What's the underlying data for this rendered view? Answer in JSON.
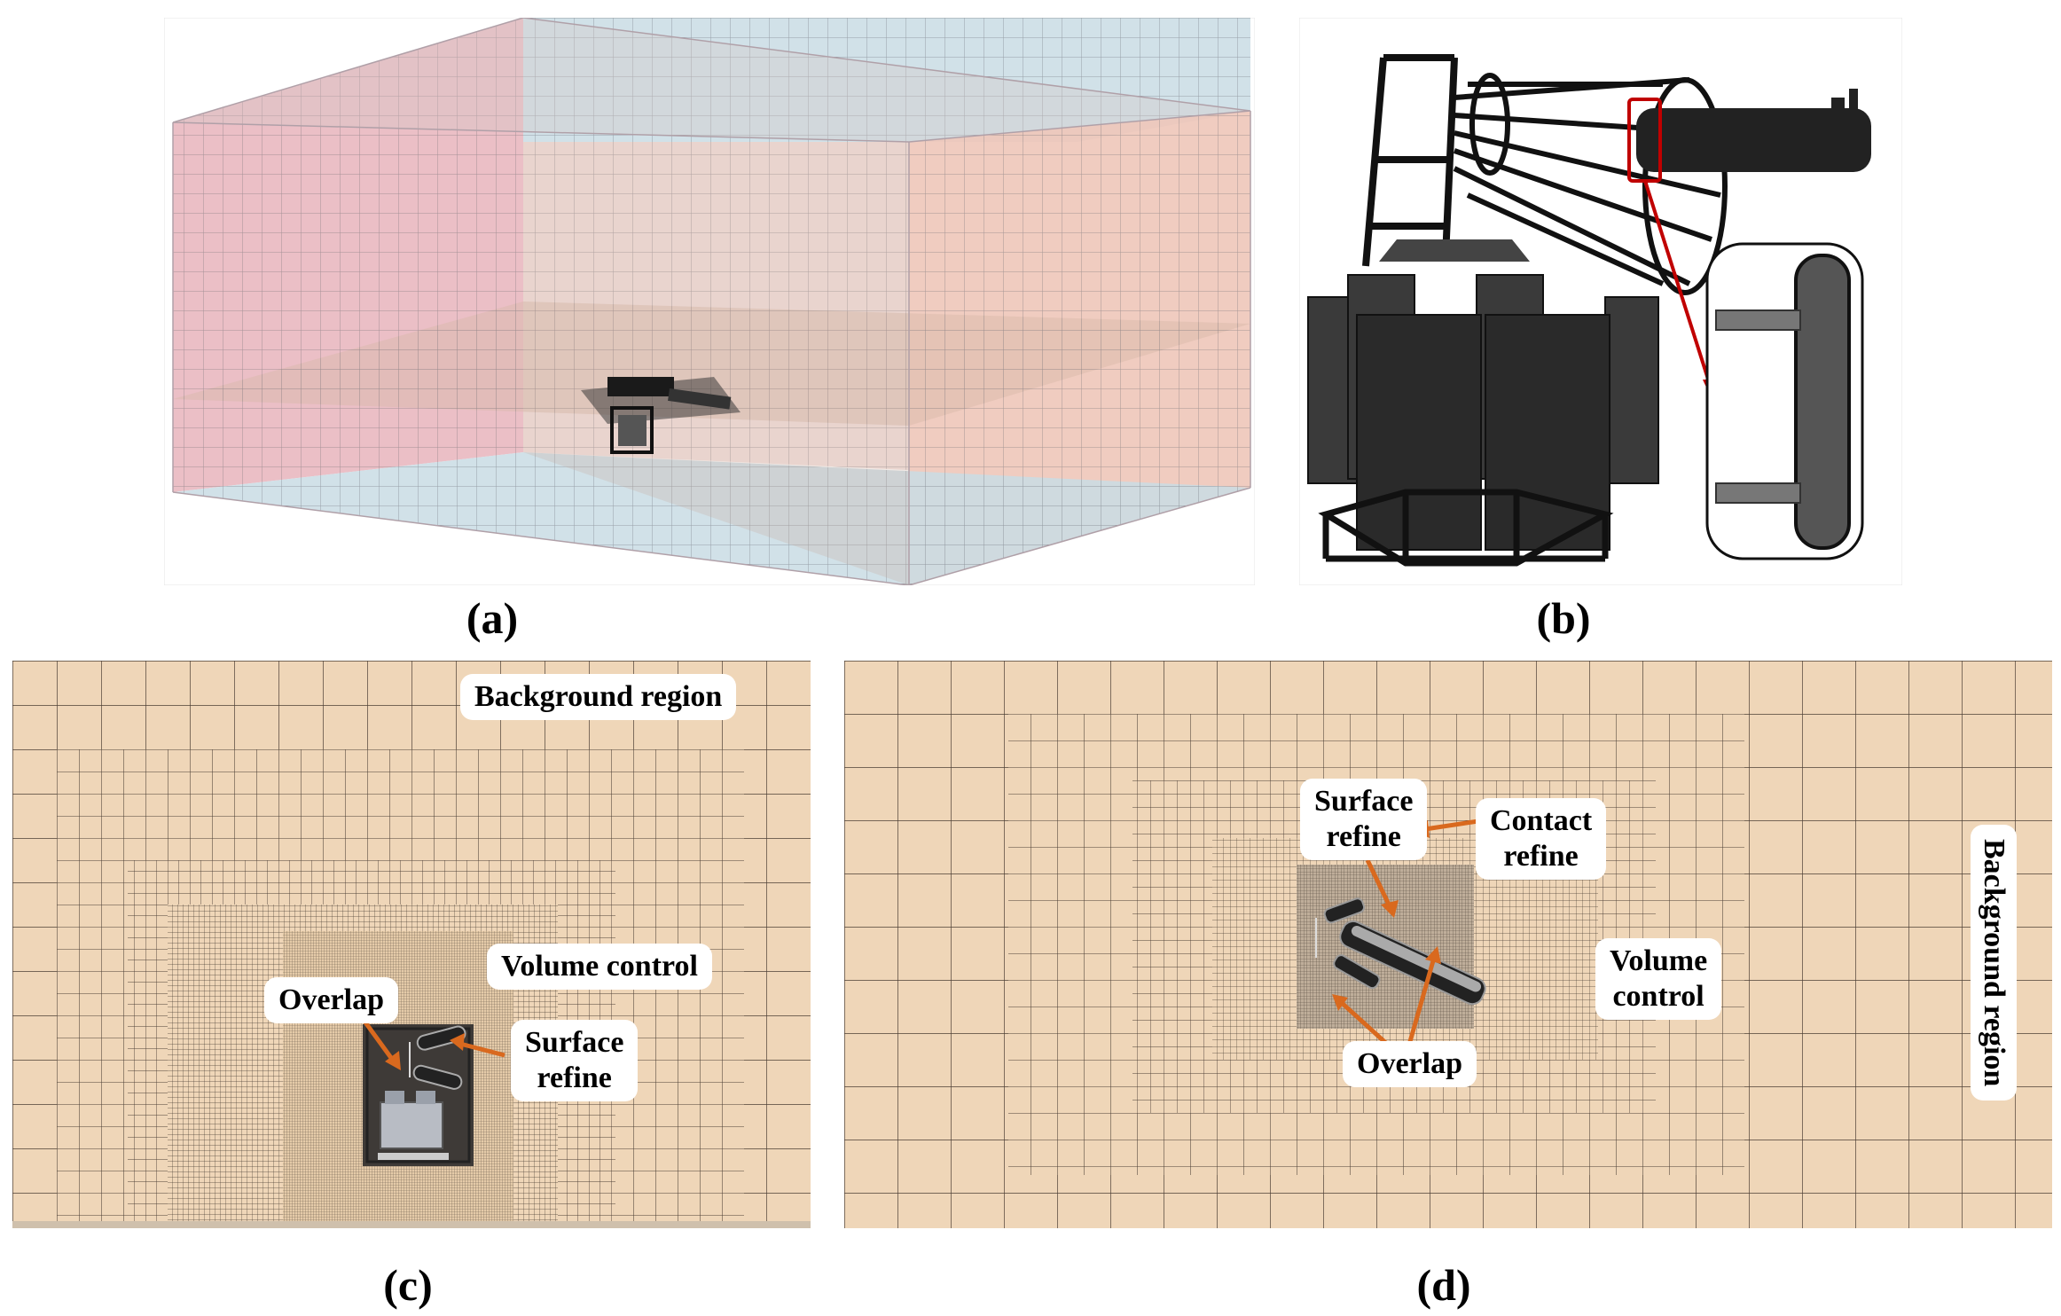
{
  "captions": {
    "a": "(a)",
    "b": "(b)",
    "c": "(c)",
    "d": "(d)"
  },
  "panel_c": {
    "background": "Background region",
    "volume": "Volume control",
    "overlap": "Overlap",
    "surface": [
      "Surface",
      "refine"
    ]
  },
  "panel_d": {
    "background": "Background region",
    "surface": [
      "Surface",
      "refine"
    ],
    "contact": [
      "Contact",
      "refine"
    ],
    "volume": [
      "Volume",
      "control"
    ],
    "overlap": "Overlap"
  },
  "colors": {
    "mesh_fill": "#efd6b8",
    "mesh_line": "#4d4036",
    "arrow": "#d9691e",
    "zoom_arrow": "#c00000",
    "box_pink": "#e9b8c0",
    "box_blue": "#c9dce4"
  }
}
